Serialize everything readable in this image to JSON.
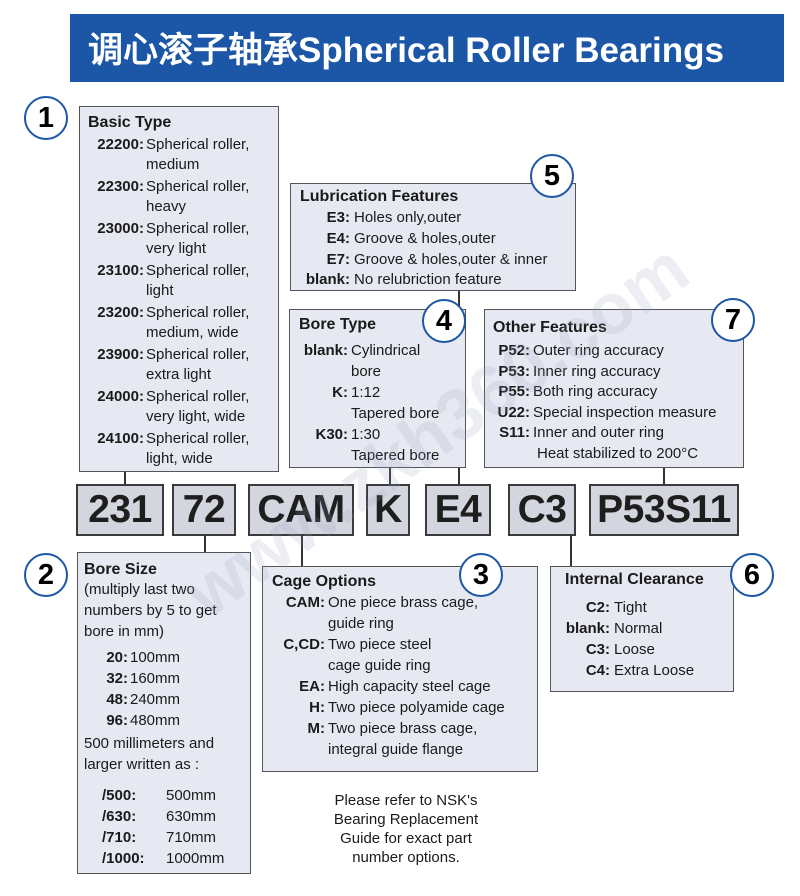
{
  "title": "调心滚子轴承Spherical Roller Bearings",
  "watermark": "www.zkh360.com",
  "codes": [
    "231",
    "72",
    "CAM",
    "K",
    "E4",
    "C3",
    "P53S11"
  ],
  "badges": {
    "basic": "1",
    "bore_size": "2",
    "cage": "3",
    "bore_type": "4",
    "lubrication": "5",
    "clearance": "6",
    "other": "7"
  },
  "basic_type": {
    "title": "Basic Type",
    "items": [
      {
        "code": "22200:",
        "l1": "Spherical roller,",
        "l2": "medium"
      },
      {
        "code": "22300:",
        "l1": "Spherical roller,",
        "l2": "heavy"
      },
      {
        "code": "23000:",
        "l1": "Spherical roller,",
        "l2": "very light"
      },
      {
        "code": "23100:",
        "l1": "Spherical roller,",
        "l2": "light"
      },
      {
        "code": "23200:",
        "l1": "Spherical roller,",
        "l2": "medium, wide"
      },
      {
        "code": "23900:",
        "l1": "Spherical roller,",
        "l2": "extra light"
      },
      {
        "code": "24000:",
        "l1": "Spherical roller,",
        "l2": "very light, wide"
      },
      {
        "code": "24100:",
        "l1": "Spherical roller,",
        "l2": "light, wide"
      }
    ]
  },
  "lubrication": {
    "title": "Lubrication Features",
    "items": [
      {
        "code": "E3:",
        "desc": "Holes only,outer"
      },
      {
        "code": "E4:",
        "desc": "Groove & holes,outer"
      },
      {
        "code": "E7:",
        "desc": "Groove & holes,outer & inner"
      },
      {
        "code": "blank:",
        "desc": "No relubriction feature"
      }
    ]
  },
  "bore_type": {
    "title": "Bore Type",
    "items": [
      {
        "code": "blank:",
        "l1": "Cylindrical",
        "l2": "bore"
      },
      {
        "code": "K:",
        "l1": "1:12",
        "l2": "Tapered bore"
      },
      {
        "code": "K30:",
        "l1": "1:30",
        "l2": "Tapered bore"
      }
    ]
  },
  "other_features": {
    "title": "Other Features",
    "items": [
      {
        "code": "P52:",
        "desc": "Outer ring accuracy"
      },
      {
        "code": "P53:",
        "desc": "Inner ring accuracy"
      },
      {
        "code": "P55:",
        "desc": "Both ring accuracy"
      },
      {
        "code": "U22:",
        "desc": "Special inspection measure"
      },
      {
        "code": "S11:",
        "desc": "Inner and outer ring"
      }
    ],
    "extra": "Heat stabilized to 200°C"
  },
  "bore_size": {
    "title": "Bore Size",
    "intro": [
      "(multiply last two",
      "numbers by 5 to get",
      "bore in mm)"
    ],
    "items": [
      {
        "code": "20:",
        "desc": "100mm"
      },
      {
        "code": "32:",
        "desc": "160mm"
      },
      {
        "code": "48:",
        "desc": "240mm"
      },
      {
        "code": "96:",
        "desc": "480mm"
      }
    ],
    "note": [
      "500 millimeters and",
      "larger written as :"
    ],
    "large": [
      {
        "code": "/500:",
        "desc": "500mm"
      },
      {
        "code": "/630:",
        "desc": "630mm"
      },
      {
        "code": "/710:",
        "desc": "710mm"
      },
      {
        "code": "/1000:",
        "desc": "1000mm"
      }
    ]
  },
  "cage_options": {
    "title": "Cage Options",
    "items": [
      {
        "code": "CAM:",
        "l1": "One piece brass cage,",
        "l2": "guide ring"
      },
      {
        "code": "C,CD:",
        "l1": "Two piece steel",
        "l2": "cage guide ring"
      },
      {
        "code": "EA:",
        "l1": "High capacity steel cage",
        "l2": ""
      },
      {
        "code": "H:",
        "l1": "Two piece polyamide cage",
        "l2": ""
      },
      {
        "code": "M:",
        "l1": "Two piece brass cage,",
        "l2": "integral guide flange"
      }
    ]
  },
  "internal_clearance": {
    "title": "Internal Clearance",
    "items": [
      {
        "code": "C2:",
        "desc": "Tight"
      },
      {
        "code": "blank:",
        "desc": "Normal"
      },
      {
        "code": "C3:",
        "desc": "Loose"
      },
      {
        "code": "C4:",
        "desc": "Extra Loose"
      }
    ]
  },
  "footnote": [
    "Please refer to NSK's",
    "Bearing Replacement",
    "Guide for exact part",
    "number options."
  ]
}
